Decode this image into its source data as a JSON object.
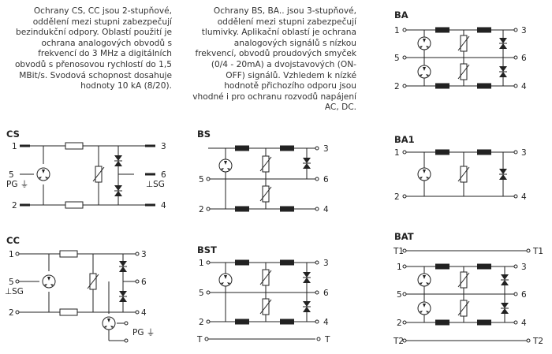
{
  "descriptions": {
    "cs_cc": "Ochrany CS, CC jsou 2-stupňové, oddělení mezi stupni zabezpečují bezindukční odpory. Oblastí použití je ochrana analogových obvodů s frekvencí do 3 MHz a digitálních obvodů s přenosovou rychlostí do 1,5 MBit/s. Svodová schopnost dosahuje hodnoty 10 kA (8/20).",
    "bs_ba": "Ochrany BS, BA.. jsou 3-stupňové, oddělení mezi stupni zabezpečují tlumivky. Aplikační oblastí je ochrana analogových signálů s nízkou frekvencí, obvodů proudových smyček (0/4 - 20mA) a dvojstavových (ON-OFF) signálů. Vzhledem k nízké hodnotě přichozího odporu jsou vhodné i pro ochranu rozvodů napájení AC, DC."
  },
  "diagrams": {
    "cs": {
      "title": "CS",
      "labels": {
        "t1": "1",
        "t5": "5",
        "t2": "2",
        "t3": "3",
        "t6": "6",
        "t4": "4",
        "pg": "PG ⏚",
        "sg": "⊥SG"
      }
    },
    "cc": {
      "title": "CC",
      "labels": {
        "t1": "1",
        "t5": "5",
        "t2": "2",
        "t3": "3",
        "t6": "6",
        "t4": "4",
        "sg": "⊥SG",
        "pg": "PG ⏚"
      }
    },
    "bs": {
      "title": "BS",
      "labels": {
        "t3": "3",
        "t5": "5",
        "t6": "6",
        "t2": "2",
        "t4": "4"
      }
    },
    "bst": {
      "title": "BST",
      "labels": {
        "t1": "1",
        "t3": "3",
        "t5": "5",
        "t6": "6",
        "t2": "2",
        "t4": "4",
        "tl": "T",
        "tr": "T"
      }
    },
    "ba": {
      "title": "BA",
      "labels": {
        "t1": "1",
        "t3": "3",
        "t5": "5",
        "t6": "6",
        "t2": "2",
        "t4": "4"
      }
    },
    "ba1": {
      "title": "BA1",
      "labels": {
        "t1": "1",
        "t3": "3",
        "t2": "2",
        "t4": "4"
      }
    },
    "bat": {
      "title": "BAT",
      "labels": {
        "t1top": "T1",
        "t1topr": "T1",
        "t1": "1",
        "t3": "3",
        "t5": "5",
        "t6": "6",
        "t2": "2",
        "t4": "4",
        "t2bot": "T2",
        "t2botr": "T2"
      }
    }
  }
}
